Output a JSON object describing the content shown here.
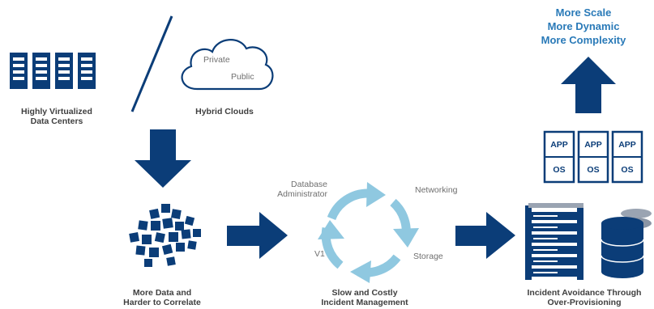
{
  "top": {
    "line1": "More Scale",
    "line2": "More Dynamic",
    "line3": "More Complexity"
  },
  "left": {
    "servers_label_1": "Highly Virtualized",
    "servers_label_2": "Data Centers",
    "cloud_private": "Private",
    "cloud_public": "Public",
    "clouds_label": "Hybrid Clouds"
  },
  "bottom": {
    "data_label_1": "More Data and",
    "data_label_2": "Harder to Correlate",
    "cycle_dba_1": "Database",
    "cycle_dba_2": "Administrator",
    "cycle_networking": "Networking",
    "cycle_v1": "V1",
    "cycle_storage": "Storage",
    "cycle_label_1": "Slow and Costly",
    "cycle_label_2": "Incident Management",
    "overprov_label_1": "Incident Avoidance Through",
    "overprov_label_2": "Over-Provisioning"
  },
  "stack": {
    "app": "APP",
    "os": "OS"
  },
  "colors": {
    "navy": "#0b3d78",
    "light_blue": "#8fc8e0",
    "accent_text": "#2a7ab8"
  }
}
